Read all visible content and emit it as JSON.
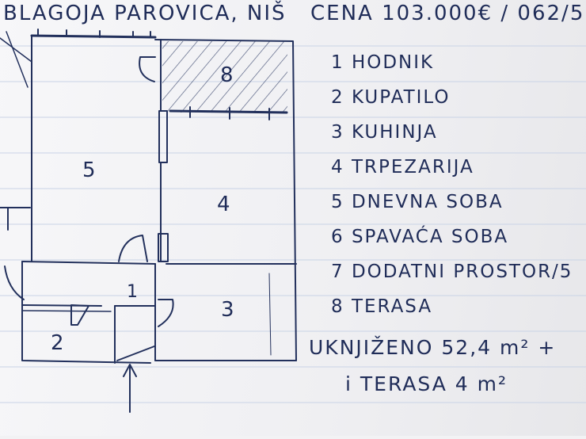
{
  "header": {
    "address": "BLAGOJA PAROVICA, NIŠ",
    "price": "CENA 103.000€ / 062/5"
  },
  "legend": [
    {
      "label": "1 HODNIK"
    },
    {
      "label": "2 KUPATILO"
    },
    {
      "label": "3 KUHINJA"
    },
    {
      "label": "4 TRPEZARIJA"
    },
    {
      "label": "5 DNEVNA SOBA"
    },
    {
      "label": "6 SPAVAĆA SOBA"
    },
    {
      "label": "7 DODATNI PROSTOR/5"
    },
    {
      "label": "8 TERASA"
    }
  ],
  "area": {
    "line1": "UKNJIŽENO 52,4 m² +",
    "line2": "i TERASA 4 m²"
  },
  "rooms": [
    {
      "number": "8"
    },
    {
      "number": "5"
    },
    {
      "number": "4"
    },
    {
      "number": "1"
    },
    {
      "number": "3"
    },
    {
      "number": "2"
    }
  ],
  "colors": {
    "ink": "#22305c",
    "paper": "#f2f2f4",
    "grid": "#c9d3e6"
  }
}
